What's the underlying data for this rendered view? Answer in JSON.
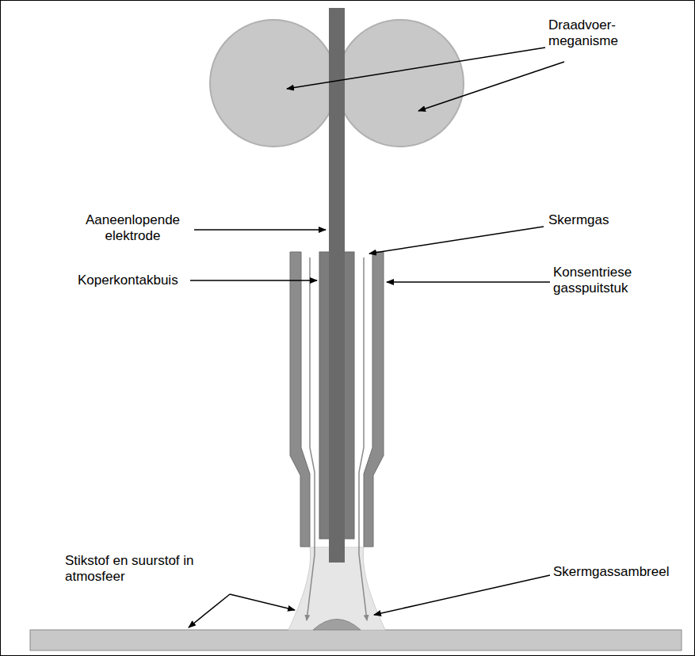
{
  "diagram": {
    "labels": [
      "Draadvoer- meganisme",
      "Aaneenlopende elektrode",
      "Skermgas",
      "Koperkontakbuis",
      "Konsentriese gasspuitstuk",
      "Stikstof en suurstof in atmosfeer",
      "Skermgassambreel"
    ]
  }
}
